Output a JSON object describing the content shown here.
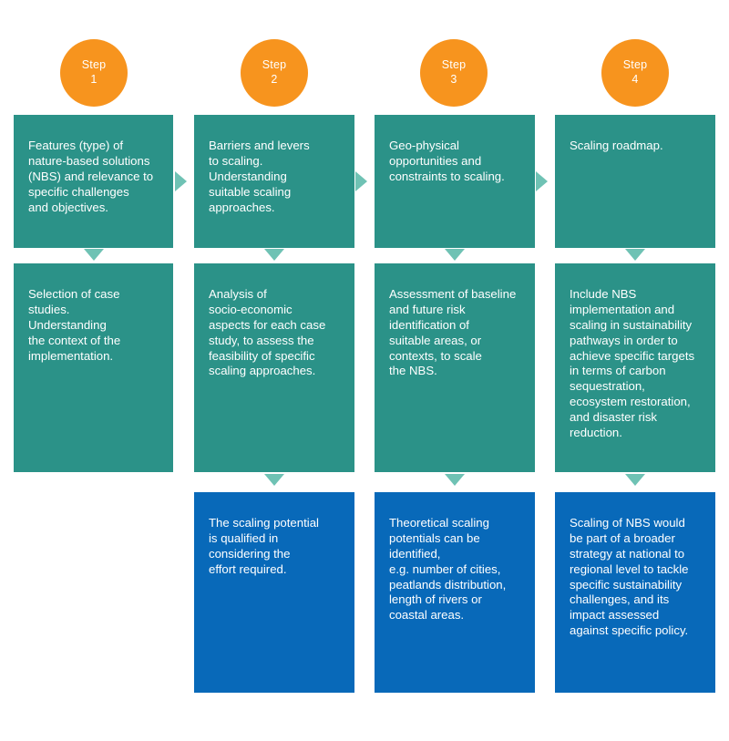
{
  "diagram": {
    "title": "NBS scaling four-step framework",
    "colors": {
      "teal": "#2B9288",
      "blue": "#0869B9",
      "orange": "#F7941E",
      "arrow": "#6FC2B4",
      "background": "#FFFFFF",
      "text": "#FFFFFF"
    },
    "step_word": "Step",
    "columns": [
      {
        "step_number": "1",
        "row1": "Features (type) of\nnature-based solutions\n(NBS) and relevance to\nspecific challenges\nand objectives.",
        "row2": "Selection of case\nstudies.\nUnderstanding\nthe context of the\nimplementation.",
        "row3": null
      },
      {
        "step_number": "2",
        "row1": "Barriers and levers\nto scaling.\nUnderstanding\nsuitable scaling\napproaches.",
        "row2": "Analysis of\nsocio-economic\naspects for each case\nstudy, to assess the\nfeasibility of specific\nscaling approaches.",
        "row3": "The scaling potential\nis qualified in\nconsidering the\neffort required."
      },
      {
        "step_number": "3",
        "row1": "Geo-physical\nopportunities and\nconstraints to scaling.",
        "row2": "Assessment of baseline\nand future risk\nidentification of\nsuitable areas, or\ncontexts, to scale\nthe NBS.",
        "row3": "Theoretical scaling\npotentials can be\nidentified,\ne.g. number of cities,\npeatlands distribution,\nlength of rivers or\ncoastal areas."
      },
      {
        "step_number": "4",
        "row1": "Scaling roadmap.",
        "row2": "Include NBS\nimplementation and\nscaling in sustainability\npathways in order to\nachieve specific targets\nin terms of carbon\nsequestration,\necosystem restoration,\nand disaster risk\nreduction.",
        "row3": "Scaling of NBS would\nbe part of a broader\nstrategy at national to\nregional level to tackle\nspecific sustainability\nchallenges, and its\nimpact assessed\nagainst specific policy."
      }
    ],
    "connectors": {
      "horizontal_icon": "arrow-right-icon",
      "vertical_icon": "arrow-down-icon"
    }
  }
}
